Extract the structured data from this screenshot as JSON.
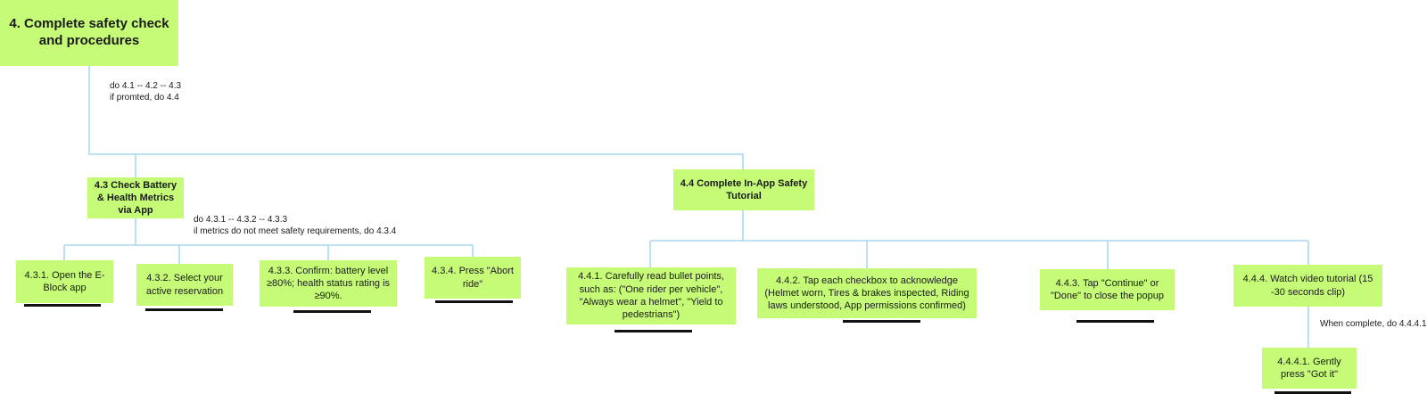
{
  "colors": {
    "node_fill": "#c6fb78",
    "connector": "#a8d8f0",
    "underline": "#111111"
  },
  "nodes": {
    "n4": "4. Complete safety check and procedures",
    "n43": "4.3 Check Battery & Health Metrics via App",
    "n44": "4.4 Complete In-App Safety Tutorial",
    "n431": "4.3.1. Open the E-Block app",
    "n432": "4.3.2. Select your active reservation",
    "n433": "4.3.3. Confirm: battery level ≥80%; health status rating is ≥90%.",
    "n434": "4.3.4. Press \"Abort ride\"",
    "n441": "4.4.1. Carefully read bullet points, such as: (\"One rider per vehicle\", \"Always wear a helmet\", \"Yield to pedestrians\")",
    "n442": "4.4.2. Tap each checkbox to acknowledge (Helmet worn, Tires & brakes inspected, Riding laws understood, App permissions confirmed)",
    "n443": "4.4.3. Tap \"Continue\" or \"Done\" to close the popup",
    "n444": "4.4.4. Watch video tutorial (15 -30 seconds clip)",
    "n4441": "4.4.4.1. Gently press \"Got it\""
  },
  "notes": {
    "n4_line1": "do 4.1 -- 4.2 -- 4.3",
    "n4_line2": "if promted, do 4.4",
    "n43_line1": "do 4.3.1 -- 4.3.2 -- 4.3.3",
    "n43_line2": "il metrics do not meet safety requirements, do 4.3.4",
    "n444_line1": "When complete, do 4.4.4.1"
  }
}
